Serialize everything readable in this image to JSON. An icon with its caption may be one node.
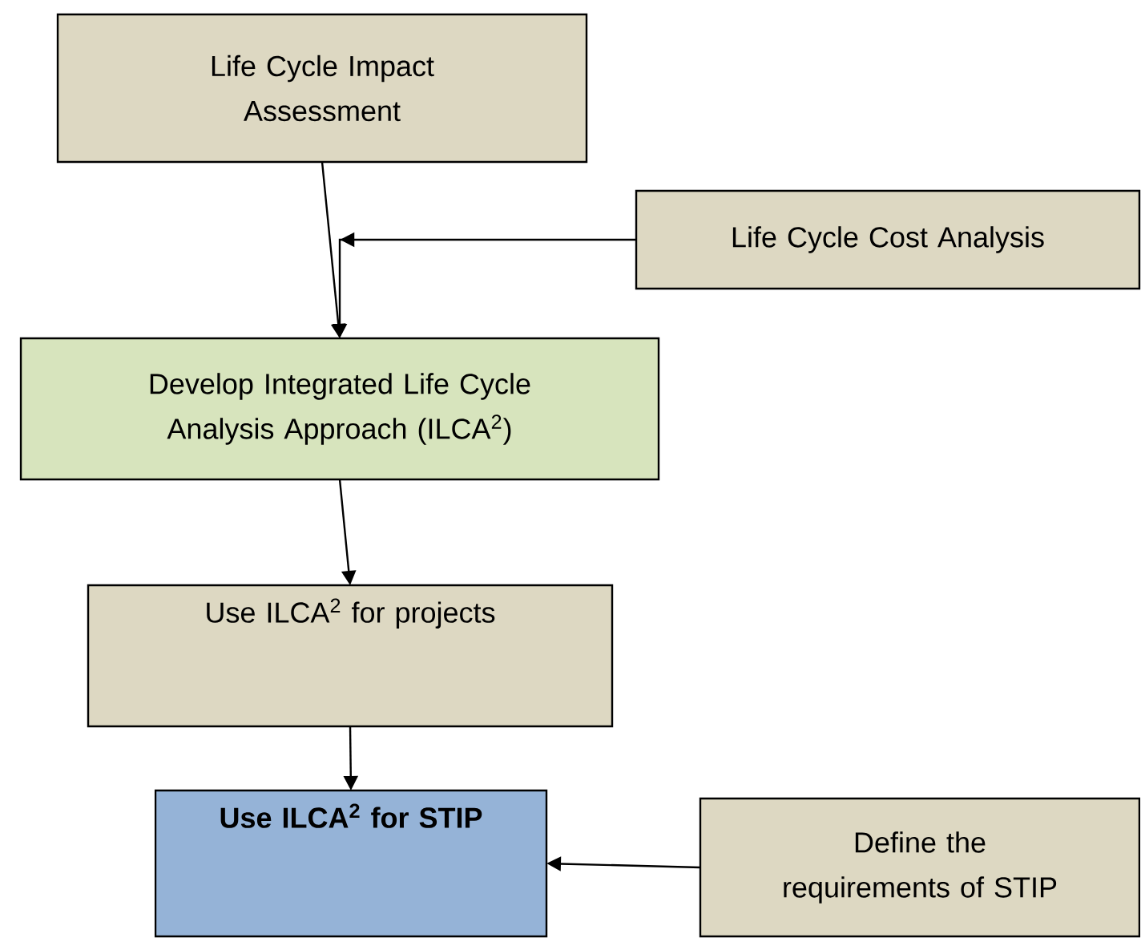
{
  "diagram": {
    "nodes": [
      {
        "text": [
          "Life Cycle Impact Assessment"
        ]
      },
      {
        "text": [
          "Life Cycle Cost Analysis"
        ]
      },
      {
        "text": [
          "Develop Integrated Life Cycle Analysis Approach (ILCA$^{2}$)"
        ]
      },
      {
        "text": [
          "Use ILCA$^{2}$ for projects"
        ]
      },
      {
        "text": [
          "Use ILCA$^{2}$ for STIP"
        ]
      },
      {
        "text": [
          "Define the requirements of STIP"
        ]
      }
    ],
    "edges": [
      {
        "from": 0,
        "to": 2,
        "arrow": "to"
      },
      {
        "from": 1,
        "to": 2,
        "arrow": "to"
      },
      {
        "from": 2,
        "to": 3,
        "arrow": "to"
      },
      {
        "from": 3,
        "to": 4,
        "arrow": "to"
      },
      {
        "from": 5,
        "to": 4,
        "arrow": "to"
      }
    ]
  }
}
